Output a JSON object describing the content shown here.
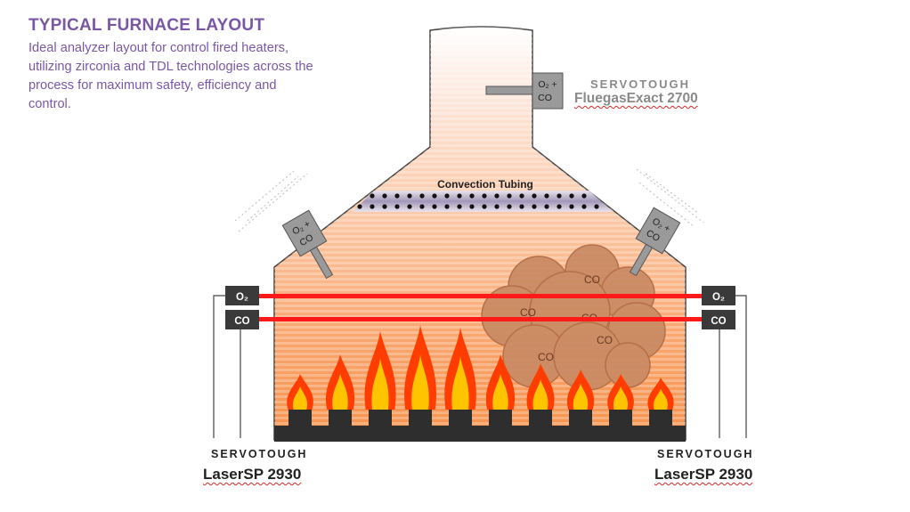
{
  "header": {
    "title": "TYPICAL FURNACE LAYOUT",
    "description": "Ideal analyzer layout for control fired heaters, utilizing zirconia and TDL technologies across the process for maximum safety, efficiency and control."
  },
  "convection": {
    "label": "Convection Tubing"
  },
  "analyzers": {
    "stack": {
      "brand": "SERVOTOUGH",
      "model": "FluegasExact 2700",
      "gas_line1": "O₂ +",
      "gas_line2": "CO"
    },
    "left_probe": {
      "gas_line1": "O₂ +",
      "gas_line2": "CO"
    },
    "right_probe": {
      "gas_line1": "O₂ +",
      "gas_line2": "CO"
    },
    "left_laser": {
      "brand": "SERVOTOUGH",
      "model": "LaserSP 2930",
      "o2_label": "O₂",
      "co_label": "CO"
    },
    "right_laser": {
      "brand": "SERVOTOUGH",
      "model": "LaserSP 2930",
      "o2_label": "O₂",
      "co_label": "CO"
    }
  },
  "cloud": {
    "labels": [
      "CO",
      "CO",
      "CO",
      "CO",
      "CO"
    ]
  },
  "colors": {
    "title": "#7a57a6",
    "laser_beam": "#ff1a1a",
    "box": "#3a3a3a",
    "probe_gray": "#9a9a9a",
    "firebox": "#f7a06b",
    "smoke": "#c27b52"
  },
  "burners": {
    "count": 10
  }
}
